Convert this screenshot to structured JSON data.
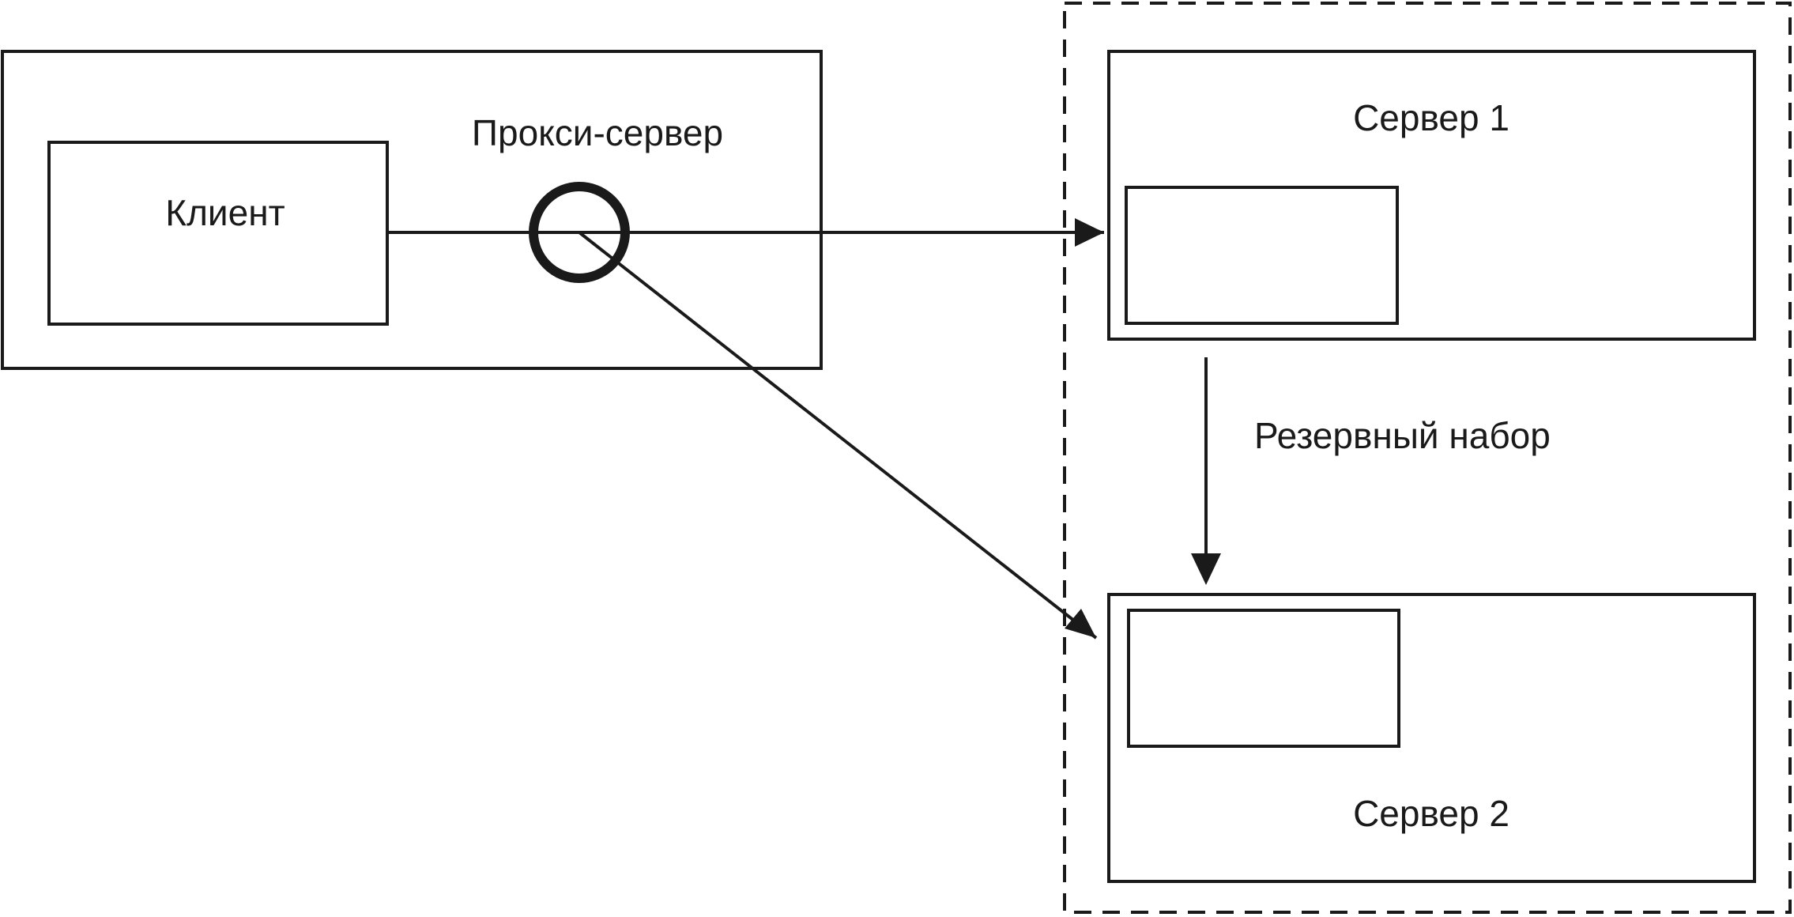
{
  "diagram": {
    "client_group": {
      "proxy_label": "Прокси-сервер",
      "client_label": "Клиент"
    },
    "server_group": {
      "server1_label": "Сервер 1",
      "server2_label": "Сервер 2",
      "backup_label": "Резервный набор"
    },
    "colors": {
      "stroke": "#1a1a1a",
      "background": "#ffffff"
    }
  }
}
